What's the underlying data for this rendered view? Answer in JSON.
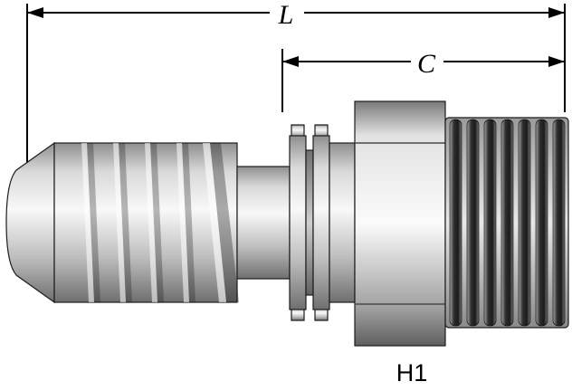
{
  "diagram": {
    "type": "hose-fitting-dimension-drawing",
    "labels": {
      "overall_length": "L",
      "cutoff_length": "C",
      "part_code": "H1"
    },
    "colors": {
      "background": "#ffffff",
      "dimension_lines": "#000000",
      "part_outline": "#1c1c1c",
      "metal_light": "#f8f8f8",
      "metal_mid": "#bdbdbd",
      "metal_dark": "#6f6f6f",
      "thread_dark": "#1b1b1b"
    }
  }
}
